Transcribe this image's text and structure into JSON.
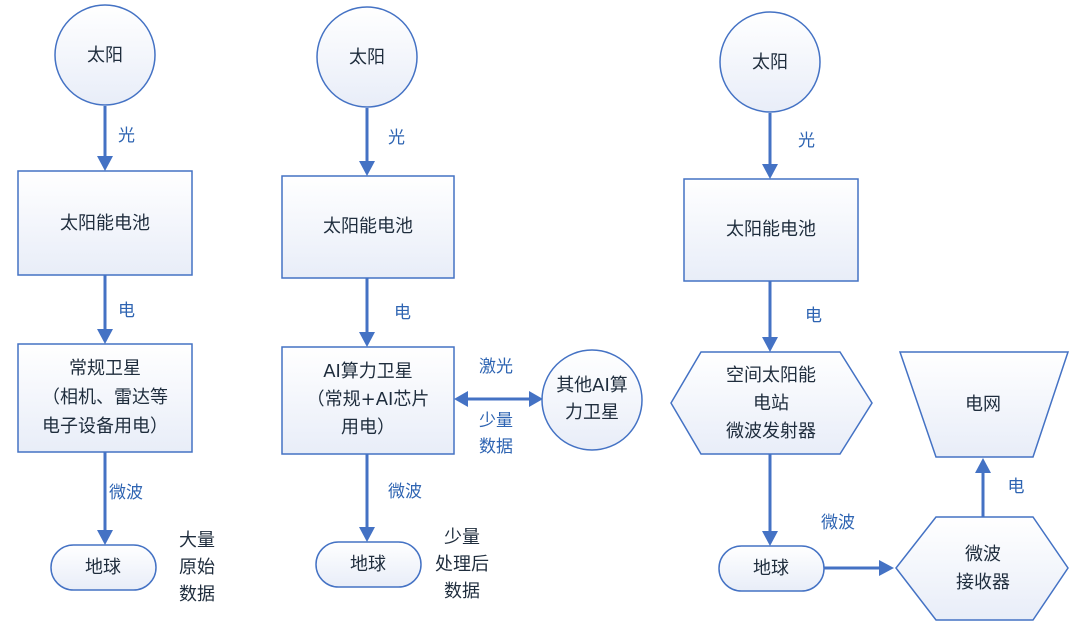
{
  "chains": [
    {
      "sun": "太阳",
      "light": "光",
      "cell": "太阳能电池",
      "electricity": "电",
      "satellite": [
        "常规卫星",
        "（相机、雷达等",
        "电子设备用电）"
      ],
      "microwave": "微波",
      "earth": "地球",
      "data_note": [
        "大量",
        "原始",
        "数据"
      ]
    },
    {
      "sun": "太阳",
      "light": "光",
      "cell": "太阳能电池",
      "electricity": "电",
      "satellite": [
        "AI算力卫星",
        "（常规+AI芯片",
        "用电）"
      ],
      "microwave": "微波",
      "earth": "地球",
      "data_note": [
        "少量",
        "处理后",
        "数据"
      ],
      "laser": "激光",
      "peer_data": [
        "少量",
        "数据"
      ],
      "peer_node": [
        "其他AI算",
        "力卫星"
      ]
    },
    {
      "sun": "太阳",
      "light": "光",
      "cell": "太阳能电池",
      "electricity": "电",
      "station": [
        "空间太阳能",
        "电站",
        "微波发射器"
      ],
      "microwave": "微波",
      "earth": "地球",
      "receiver": [
        "微波",
        "接收器"
      ],
      "grid_power": "电",
      "grid": "电网"
    }
  ],
  "colors": {
    "stroke": "#4472C4",
    "fill_top": "#FFFFFF",
    "fill_bottom": "#E8EDF8",
    "text": "#1F2D3D",
    "edge_text": "#2E64B2"
  }
}
